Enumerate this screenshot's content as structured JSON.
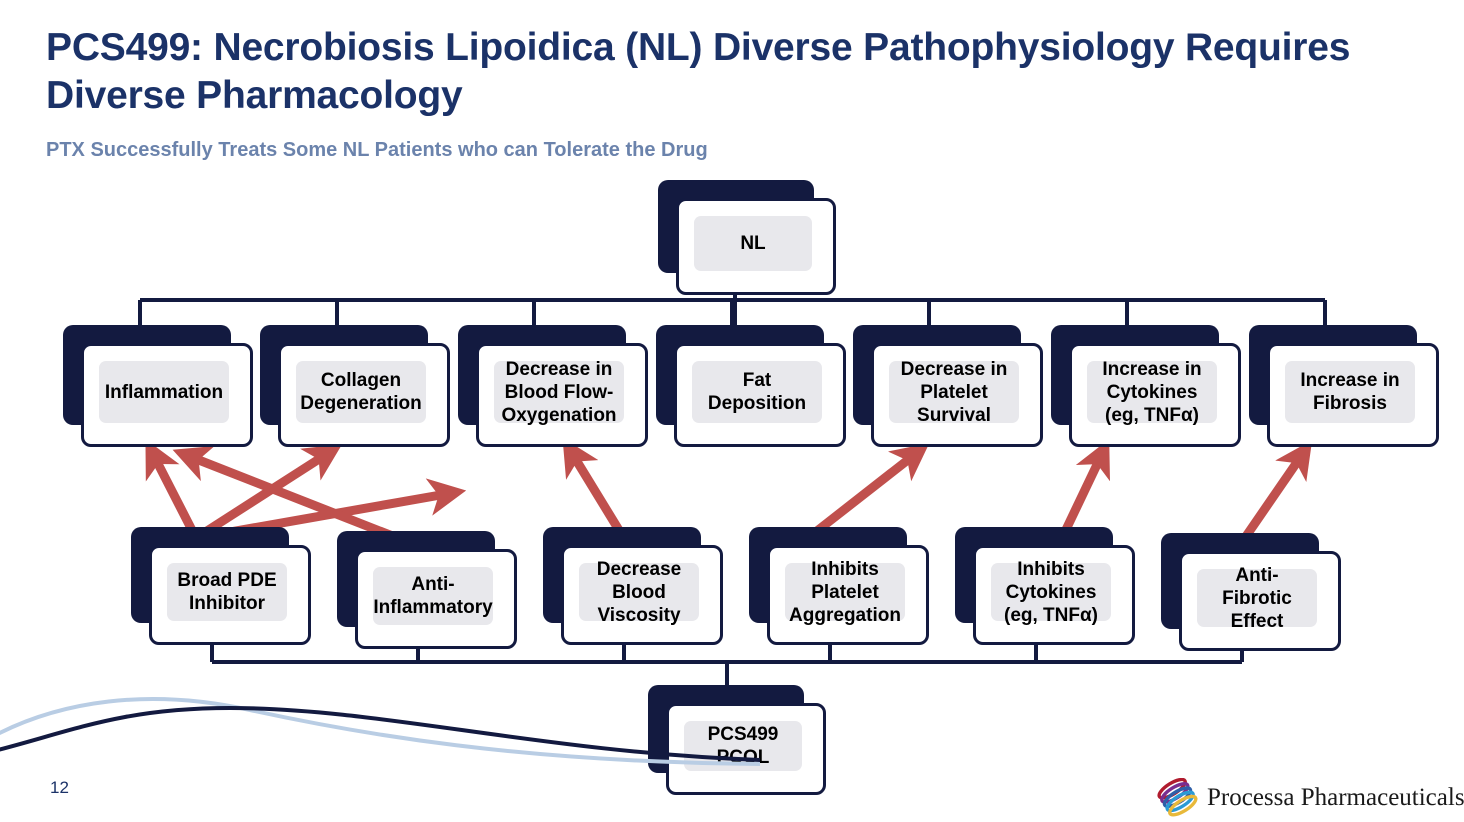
{
  "slide": {
    "title": "PCS499: Necrobiosis Lipoidica (NL) Diverse Pathophysiology Requires Diverse Pharmacology",
    "subtitle": "PTX Successfully Treats Some NL Patients who can Tolerate the Drug",
    "page_number": "12",
    "title_color": "#1b3268",
    "subtitle_color": "#6b83ac",
    "box_navy": "#131a40",
    "box_fill": "#e8e8ec",
    "arrow_red": "#c0504d"
  },
  "diagram": {
    "root": {
      "label": "NL"
    },
    "effects": [
      {
        "label": "Inflammation"
      },
      {
        "label": "Collagen Degeneration"
      },
      {
        "label": "Decrease in Blood Flow-Oxygenation"
      },
      {
        "label": "Fat Deposition"
      },
      {
        "label": "Decrease in Platelet Survival"
      },
      {
        "label": "Increase in Cytokines (eg, TNFα)"
      },
      {
        "label": "Increase in Fibrosis"
      }
    ],
    "mechanisms": [
      {
        "label": "Broad PDE Inhibitor"
      },
      {
        "label": "Anti-Inflammatory"
      },
      {
        "label": "Decrease Blood Viscosity"
      },
      {
        "label": "Inhibits Platelet Aggregation"
      },
      {
        "label": "Inhibits Cytokines (eg, TNFα)"
      },
      {
        "label": "Anti-Fibrotic Effect"
      }
    ],
    "drug": {
      "label": "PCS499 PCOL"
    }
  },
  "footer": {
    "company": "Processa Pharmaceuticals"
  }
}
